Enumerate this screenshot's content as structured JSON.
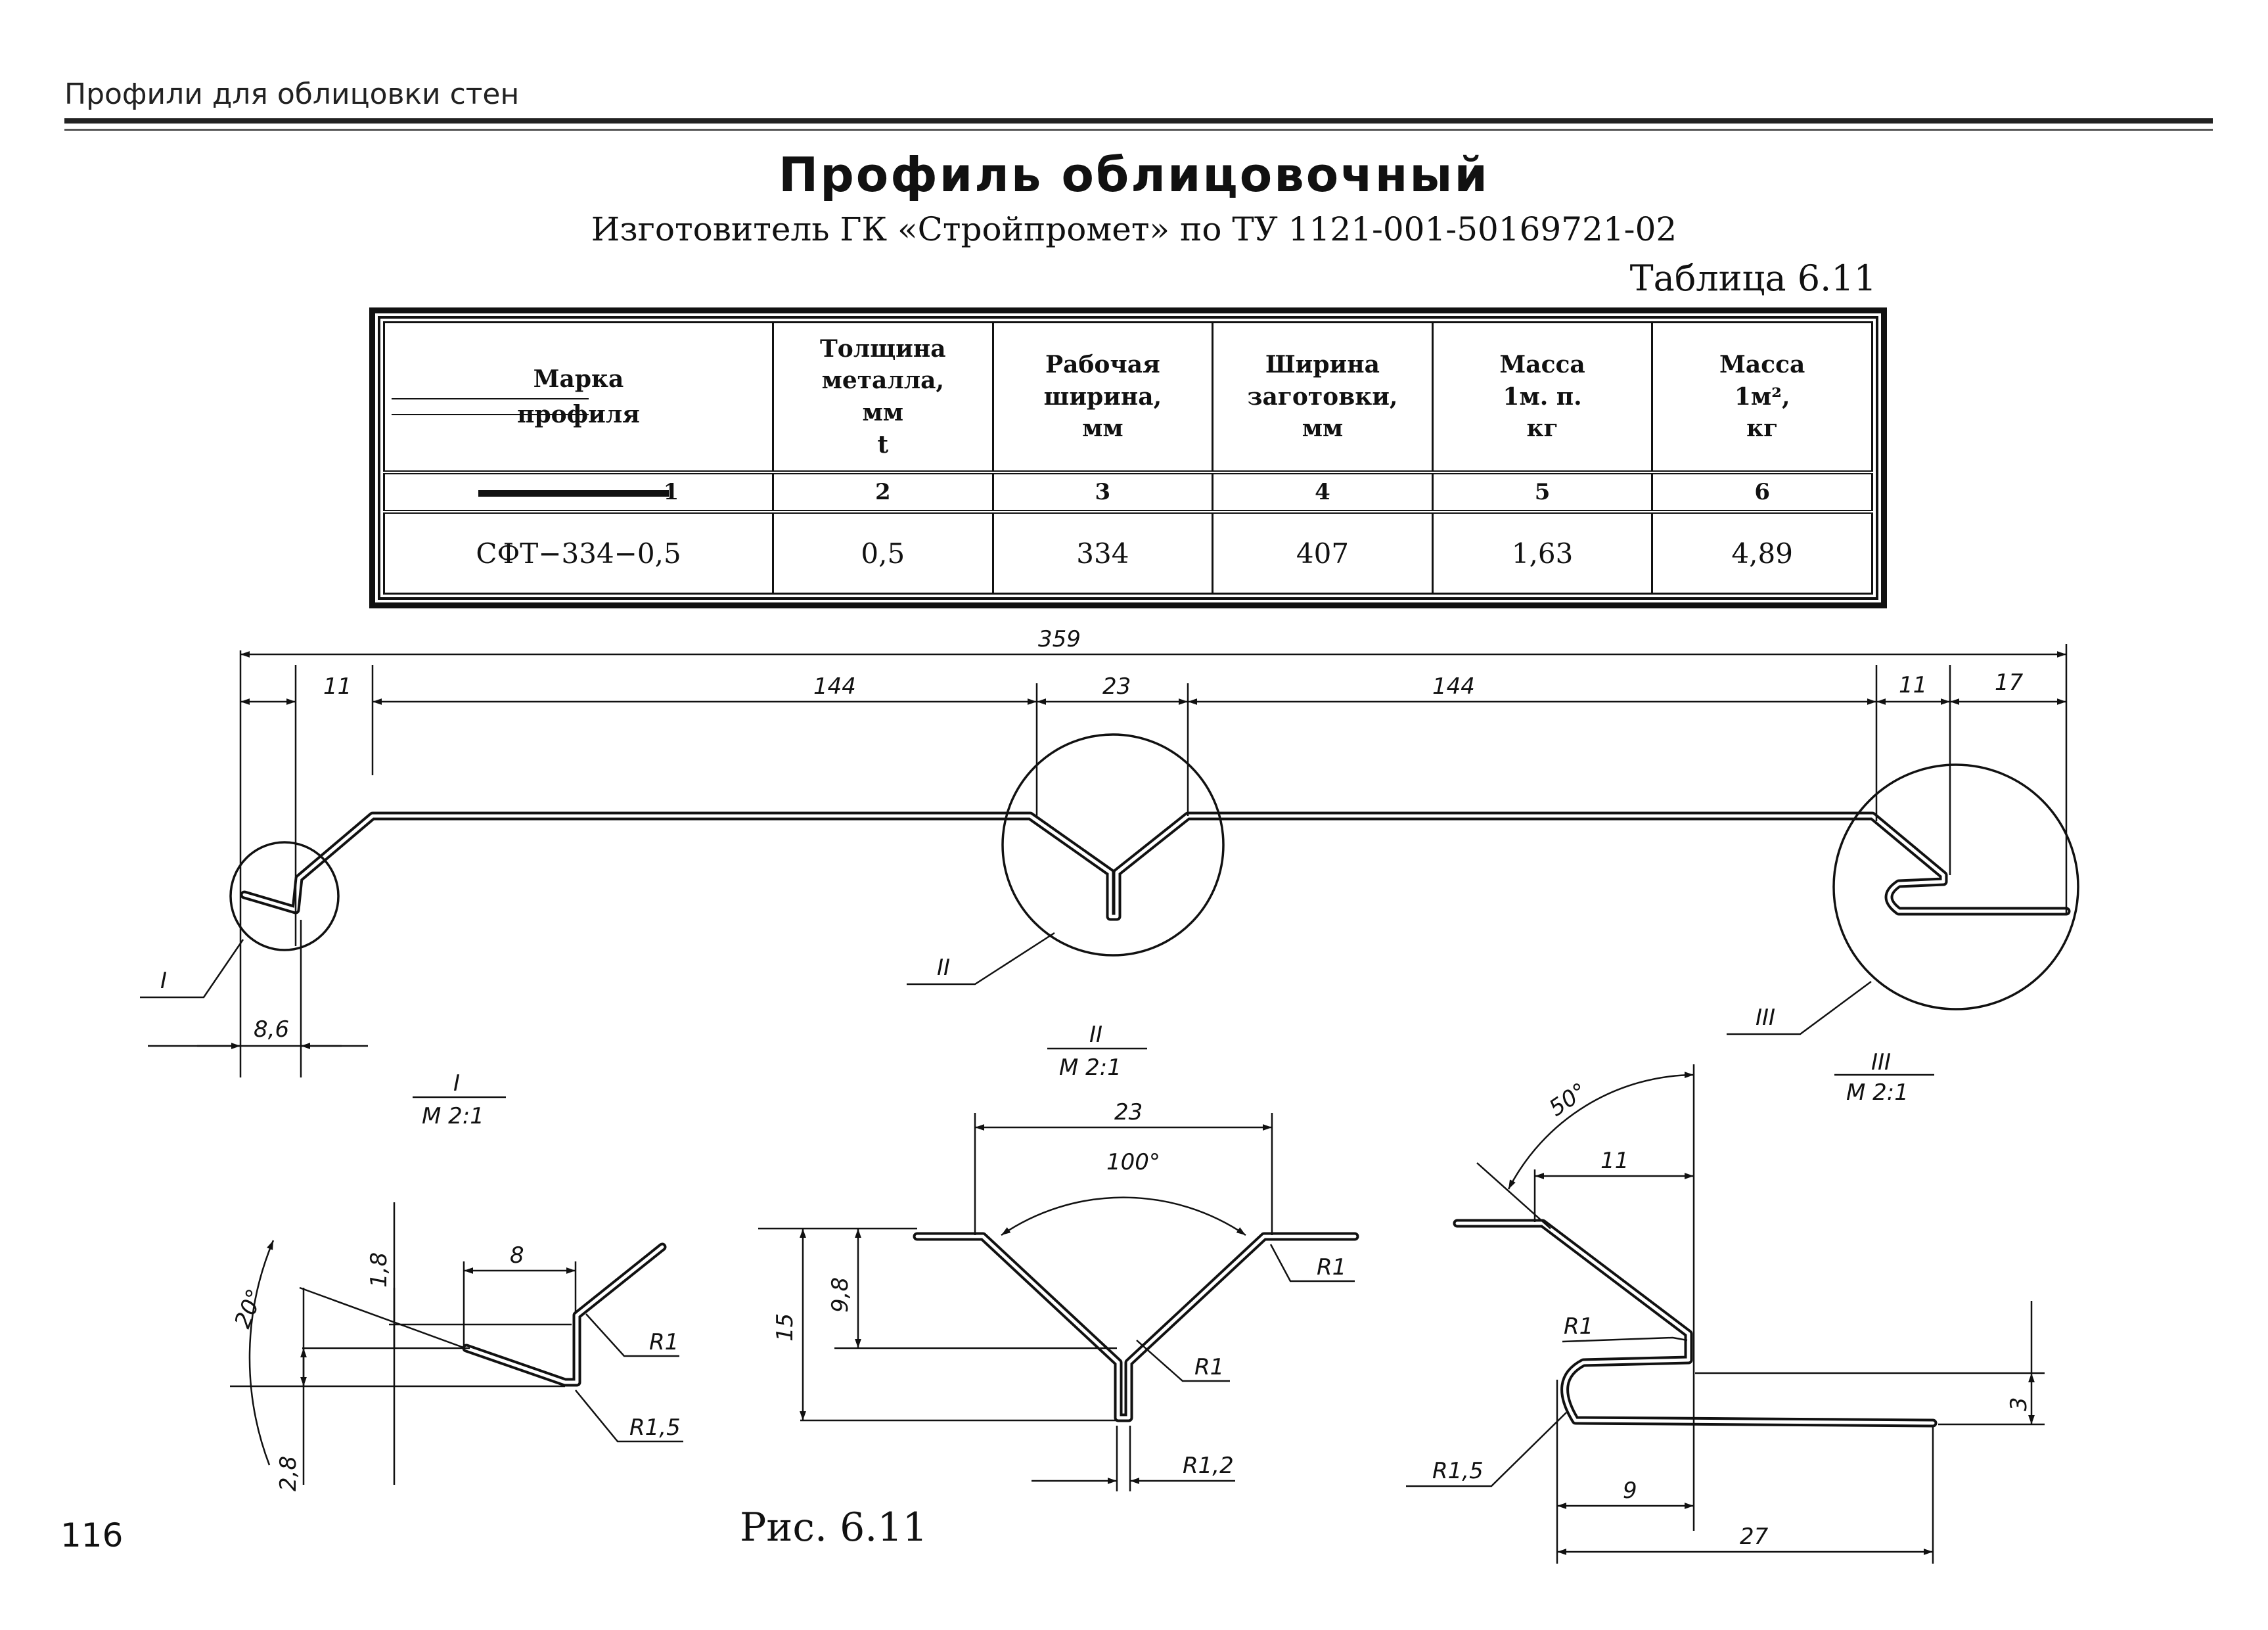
{
  "header": {
    "running_head": "Профили для облицовки стен"
  },
  "title": "Профиль облицовочный",
  "subtitle": "Изготовитель ГК «Стройпромет» по ТУ 1121-001-50169721-02",
  "table": {
    "label": "Таблица 6.11",
    "columns": [
      {
        "title": "Марка\nпрофиля"
      },
      {
        "title": "Толщина\nметалла,\nмм\nt"
      },
      {
        "title": "Рабочая\nширина,\nмм"
      },
      {
        "title": "Ширина\nзаготовки,\nмм"
      },
      {
        "title": "Масса\n1м. п.\nкг"
      },
      {
        "title": "Масса\n1м²,\nкг"
      }
    ],
    "numbers": [
      "1",
      "2",
      "3",
      "4",
      "5",
      "6"
    ],
    "row": [
      "СФТ−334−0,5",
      "0,5",
      "334",
      "407",
      "1,63",
      "4,89"
    ]
  },
  "drawing": {
    "overall_dims": {
      "total": "359",
      "a": "11",
      "b": "144",
      "c": "23",
      "d": "144",
      "e": "11",
      "f": "17",
      "g": "8,6"
    },
    "callouts": {
      "i": "I",
      "ii": "II",
      "iii": "III"
    },
    "scale": "М 2:1",
    "detail_i": {
      "angle": "20°",
      "d1": "1,8",
      "d2": "8",
      "d3": "2,8",
      "r1": "R1",
      "r2": "R1,5"
    },
    "detail_ii": {
      "width": "23",
      "angle": "100°",
      "h1": "15",
      "h2": "9,8",
      "r1": "R1",
      "r2": "R1",
      "r3": "R1,2"
    },
    "detail_iii": {
      "angle": "50°",
      "d1": "11",
      "d2": "3",
      "d3": "9",
      "d4": "27",
      "r1": "R1",
      "r2": "R1,5"
    }
  },
  "figure_caption": "Рис. 6.11",
  "page_number": "116"
}
